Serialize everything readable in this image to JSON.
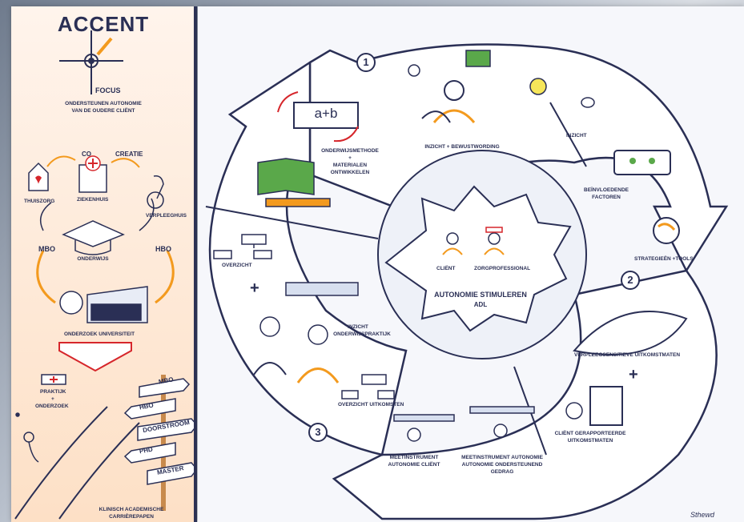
{
  "title": "ACCENT",
  "left": {
    "focus_label": "FOCUS",
    "focus_text_1": "ONDERSTEUNEN AUTONOMIE",
    "focus_text_2": "VAN DE OUDERE CLIËNT",
    "co": "CO",
    "creatie": "CREATIE",
    "thuiszorg": "THUISZORG",
    "ziekenhuis": "ZIEKENHUIS",
    "verpleeghuis": "VERPLEEGHUIS",
    "mbo": "MBO",
    "hbo": "HBO",
    "onderwijs": "ONDERWIJS",
    "onderzoek_universiteit": "ONDERZOEK UNIVERSITEIT",
    "praktijk": "PRAKTIJK",
    "plus": "+",
    "onderzoek": "ONDERZOEK",
    "sign_mbo": "MBO",
    "sign_hbo": "HBO",
    "sign_doorstroom": "DOORSTROOM",
    "sign_phd": "PHD",
    "sign_master": "MASTER",
    "career_1": "KLINISCH ACADEMISCHE",
    "career_2": "CARRIÈREPAPEN"
  },
  "main": {
    "step1": "1",
    "step2": "2",
    "step3": "3",
    "ab": "a+b",
    "onderwijsmethode_1": "ONDERWIJSMETHODE",
    "onderwijsmethode_2": "+",
    "onderwijsmethode_3": "MATERIALEN",
    "onderwijsmethode_4": "ONTWIKKELEN",
    "inzicht_bewust": "INZICHT + BEWUSTWORDING",
    "inzicht": "INZICHT",
    "beinvloedende_1": "BEÏNVLOEDENDE",
    "beinvloedende_2": "FACTOREN",
    "strategieen": "STRATEGIEËN +TOOLS",
    "client": "CLIËNT",
    "zorgprofessional": "ZORGPROFESSIONAL",
    "autonomie": "AUTONOMIE STIMULEREN",
    "adl": "ADL",
    "overzicht": "OVERZICHT",
    "plus": "+",
    "inzicht_praktijk_1": "INZICHT",
    "inzicht_praktijk_2": "ONDERWIJSPRAKTIJK",
    "verpleeg": "VERPLEEGSENSITIEVE UITKOMSTMATEN",
    "plus2": "+",
    "client_gerapp_1": "CLIËNT GERAPPORTEERDE",
    "client_gerapp_2": "UITKOMSTMATEN",
    "overzicht_uitkomsten": "OVERZICHT UITKOMSTEN",
    "meet_client_1": "MEETINSTRUMENT",
    "meet_client_2": "AUTONOMIE CLIËNT",
    "meet_ond_1": "MEETINSTRUMENT AUTONOMIE",
    "meet_ond_2": "AUTONOMIE ONDERSTEUNEND",
    "meet_ond_3": "GEDRAG",
    "signature": "Sthewd"
  },
  "colors": {
    "ink": "#2a2f55",
    "accent": "#f39a1e",
    "red": "#d6262b",
    "green": "#5aa84a"
  }
}
